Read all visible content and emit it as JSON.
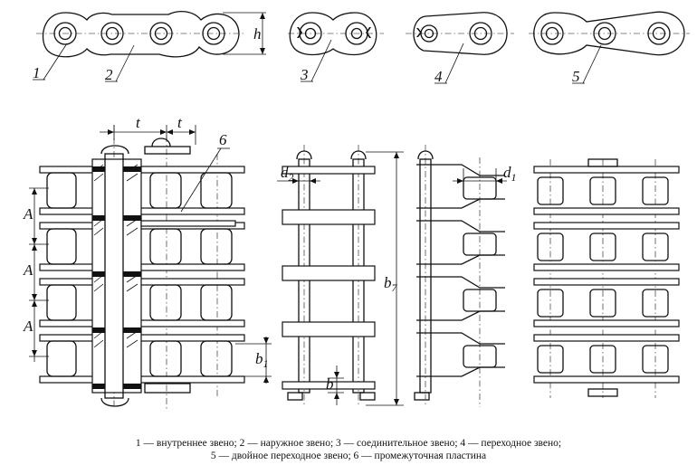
{
  "links": [
    {
      "num": "1",
      "name": "внутреннее звено"
    },
    {
      "num": "2",
      "name": "наружное звено"
    },
    {
      "num": "3",
      "name": "соединительное звено"
    },
    {
      "num": "4",
      "name": "переходное звено"
    },
    {
      "num": "5",
      "name": "двойное переходное звено"
    },
    {
      "num": "6",
      "name": "промежуточная пластина"
    }
  ],
  "dimensions": {
    "h": "h",
    "t": "t",
    "A": "A",
    "b1": "b",
    "b1_sub": "1",
    "b7": "b",
    "b7_sub": "7",
    "b": "b",
    "d1": "d",
    "d1_sub": "1",
    "d2": "d",
    "d2_sub": "2"
  },
  "caption": {
    "line1": "1 — внутреннее звено; 2 — наружное звено; 3 — соединительное звено; 4 — переходное звено;",
    "line2": "5 — двойное переходное звено; 6 — промежуточная пластина"
  }
}
